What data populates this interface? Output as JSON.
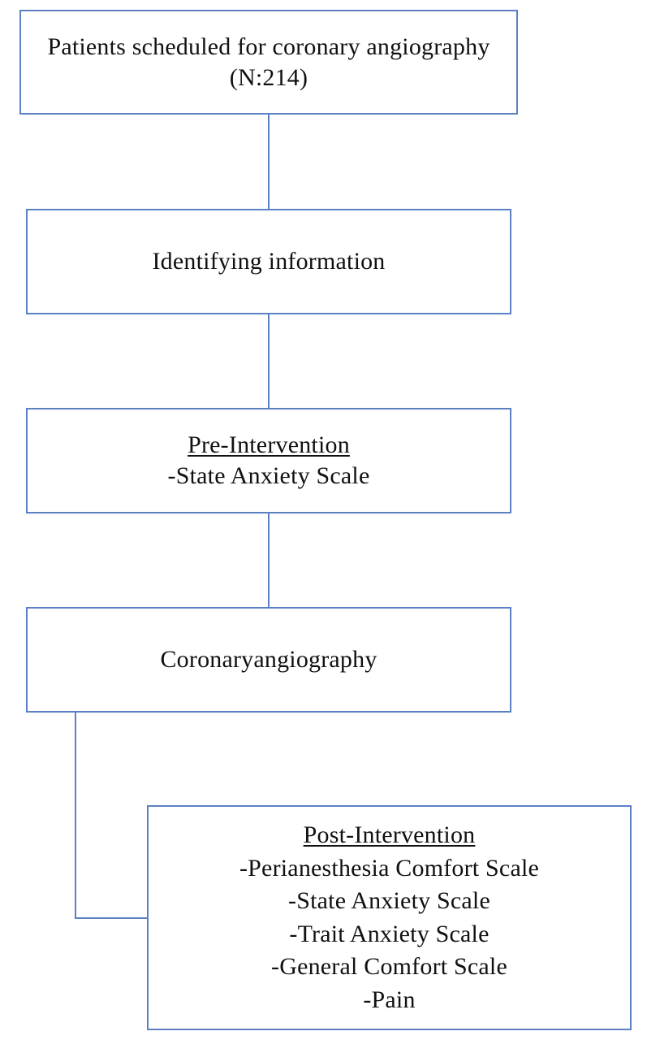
{
  "flowchart": {
    "patients": {
      "line1": "Patients scheduled for coronary angiography",
      "line2": "(N:214)"
    },
    "identifying": {
      "label": "Identifying information"
    },
    "pre_intervention": {
      "heading": "Pre-Intervention",
      "items": [
        "-State Anxiety Scale"
      ]
    },
    "coronary": {
      "label": "Coronaryangiography"
    },
    "post_intervention": {
      "heading": "Post-Intervention",
      "items": [
        "-Perianesthesia Comfort Scale",
        "-State Anxiety Scale",
        "-Trait Anxiety Scale",
        "-General Comfort Scale",
        "-Pain"
      ]
    }
  },
  "colors": {
    "border": "#5b80c4",
    "connector": "#5b80c4",
    "text": "#111111",
    "background": "#ffffff"
  }
}
